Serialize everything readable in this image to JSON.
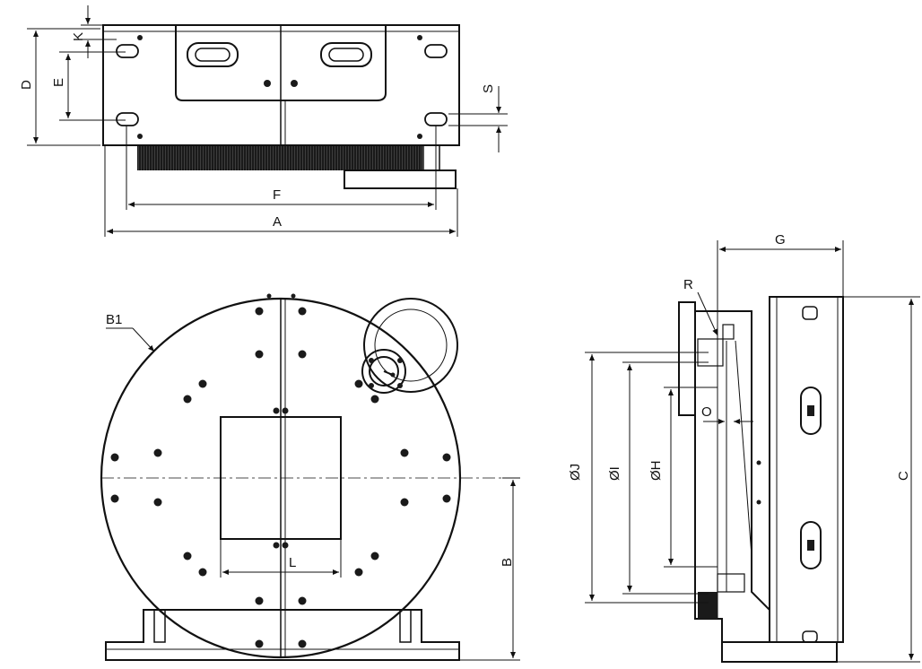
{
  "labels": {
    "A": "A",
    "B": "B",
    "B1": "B1",
    "C": "C",
    "D": "D",
    "E": "E",
    "F": "F",
    "G": "G",
    "H": "ØH",
    "I": "ØI",
    "J": "ØJ",
    "K": "K",
    "L": "L",
    "O": "O",
    "R": "R",
    "S": "S"
  },
  "colors": {
    "line": "#111111",
    "dark_fill": "#1a1a1a",
    "background": "#ffffff"
  }
}
